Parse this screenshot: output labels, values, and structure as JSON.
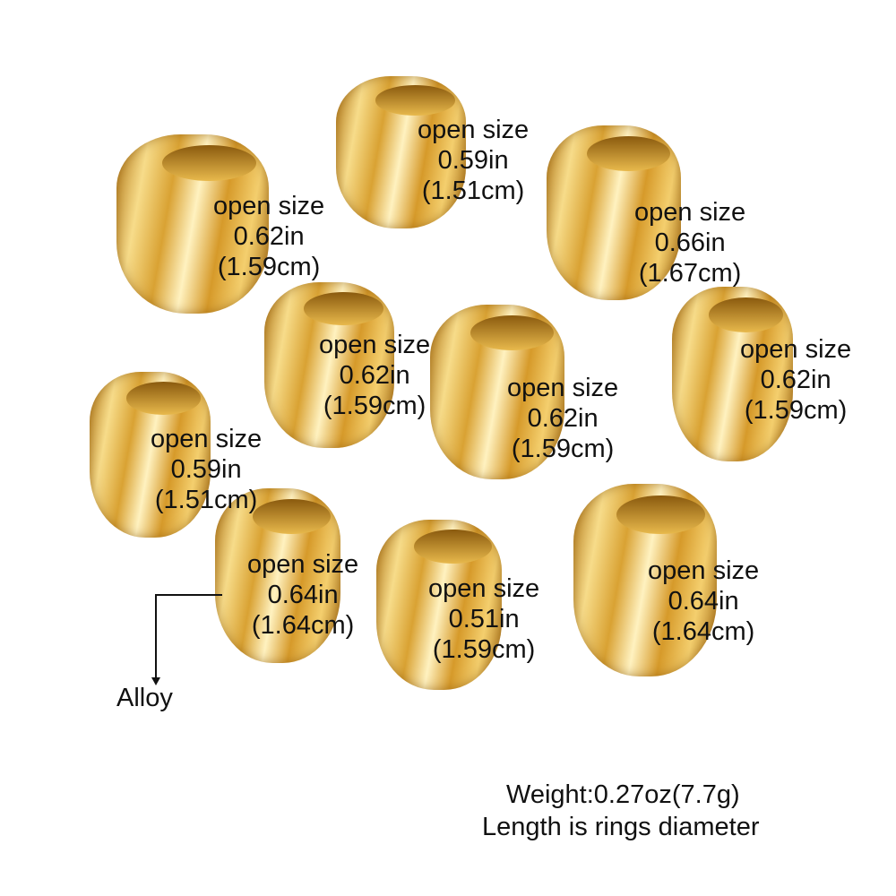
{
  "labels": [
    {
      "title": "open size",
      "inch": "0.59in",
      "cm": "(1.51cm)"
    },
    {
      "title": "open size",
      "inch": "0.62in",
      "cm": "(1.59cm)"
    },
    {
      "title": "open size",
      "inch": "0.66in",
      "cm": "(1.67cm)"
    },
    {
      "title": "open size",
      "inch": "0.62in",
      "cm": "(1.59cm)"
    },
    {
      "title": "open size",
      "inch": "0.62in",
      "cm": "(1.59cm)"
    },
    {
      "title": "open size",
      "inch": "0.62in",
      "cm": "(1.59cm)"
    },
    {
      "title": "open size",
      "inch": "0.59in",
      "cm": "(1.51cm)"
    },
    {
      "title": "open size",
      "inch": "0.64in",
      "cm": "(1.64cm)"
    },
    {
      "title": "open size",
      "inch": "0.51in",
      "cm": "(1.59cm)"
    },
    {
      "title": "open size",
      "inch": "0.64in",
      "cm": "(1.64cm)"
    }
  ],
  "material": "Alloy",
  "weight": "Weight:0.27oz(7.7g)",
  "note": "Length is rings diameter",
  "colors": {
    "gold": "#d9a233",
    "text": "#111111"
  }
}
